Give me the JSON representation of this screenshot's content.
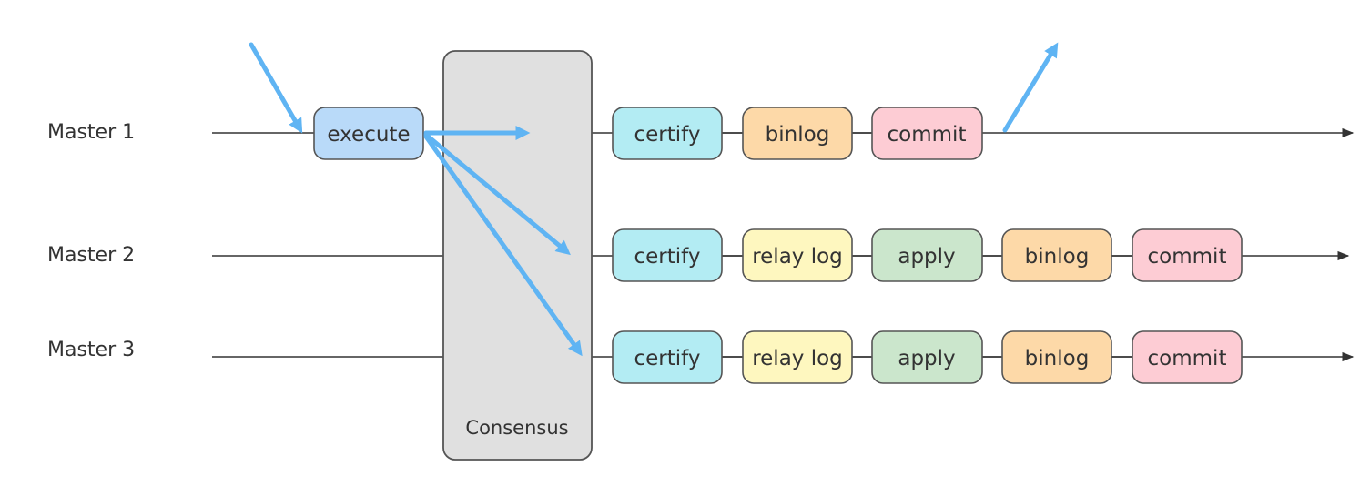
{
  "lanes": [
    {
      "label": "Master 1",
      "stages": [
        {
          "label": "execute",
          "color": "#b9daf9"
        },
        {
          "label": "certify",
          "color": "#b3ecf3"
        },
        {
          "label": "binlog",
          "color": "#fdd9a8"
        },
        {
          "label": "commit",
          "color": "#fdccd4"
        }
      ]
    },
    {
      "label": "Master 2",
      "stages": [
        {
          "label": "certify",
          "color": "#b3ecf3"
        },
        {
          "label": "relay log",
          "color": "#fef7bf"
        },
        {
          "label": "apply",
          "color": "#cbe6cc"
        },
        {
          "label": "binlog",
          "color": "#fdd9a8"
        },
        {
          "label": "commit",
          "color": "#fdccd4"
        }
      ]
    },
    {
      "label": "Master 3",
      "stages": [
        {
          "label": "certify",
          "color": "#b3ecf3"
        },
        {
          "label": "relay log",
          "color": "#fef7bf"
        },
        {
          "label": "apply",
          "color": "#cbe6cc"
        },
        {
          "label": "binlog",
          "color": "#fdd9a8"
        },
        {
          "label": "commit",
          "color": "#fdccd4"
        }
      ]
    }
  ],
  "consensus": {
    "label": "Consensus",
    "color": "#e0e0e0"
  },
  "colors": {
    "flow_arrow": "#5fb4f3",
    "timeline": "#333333"
  }
}
